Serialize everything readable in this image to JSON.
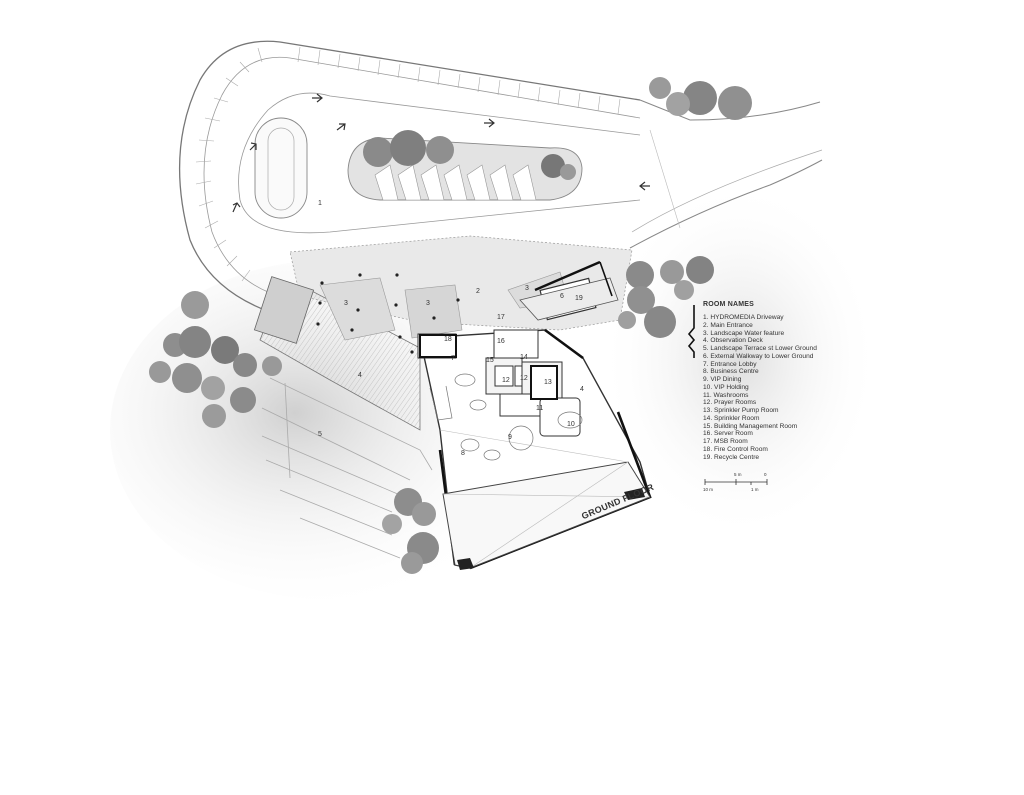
{
  "drawing_title": "GROUND FLOOR",
  "legend": {
    "title": "ROOM NAMES",
    "items": [
      "1. HYDROMEDIA Driveway",
      "2. Main Entrance",
      "3. Landscape Water feature",
      "4. Observation Deck",
      "5. Landscape Terrace st Lower Ground",
      "6. External Walkway to Lower Ground",
      "7. Entrance Lobby",
      "8. Business Centre",
      "9. VIP Dining",
      "10. VIP Holding",
      "11. Washrooms",
      "12. Prayer Rooms",
      "13. Sprinkler Pump Room",
      "14. Sprinkler Room",
      "15. Building Management Room",
      "16. Server Room",
      "17. MSB Room",
      "18. Fire Control Room",
      "19. Recycle Centre"
    ]
  },
  "scale_bar": {
    "labels": [
      "10 m",
      "5 m",
      "0",
      "1 m"
    ]
  },
  "room_tags": {
    "r1": "1",
    "r2": "2",
    "r3a": "3",
    "r3b": "3",
    "r3c": "3",
    "r4a": "4",
    "r4b": "4",
    "r5": "5",
    "r6": "6",
    "r7": "7",
    "r8": "8",
    "r9": "9",
    "r10": "10",
    "r11": "11",
    "r12a": "12",
    "r12b": "12",
    "r13": "13",
    "r14": "14",
    "r15": "15",
    "r16": "16",
    "r17": "17",
    "r18": "18",
    "r19": "19"
  },
  "colors": {
    "line": "#555555",
    "tree": "#8c8c8c",
    "tree_dark": "#6e6e6e",
    "ground": "#eeeeee",
    "terrace": "#dddddd",
    "paper": "#ffffff"
  }
}
